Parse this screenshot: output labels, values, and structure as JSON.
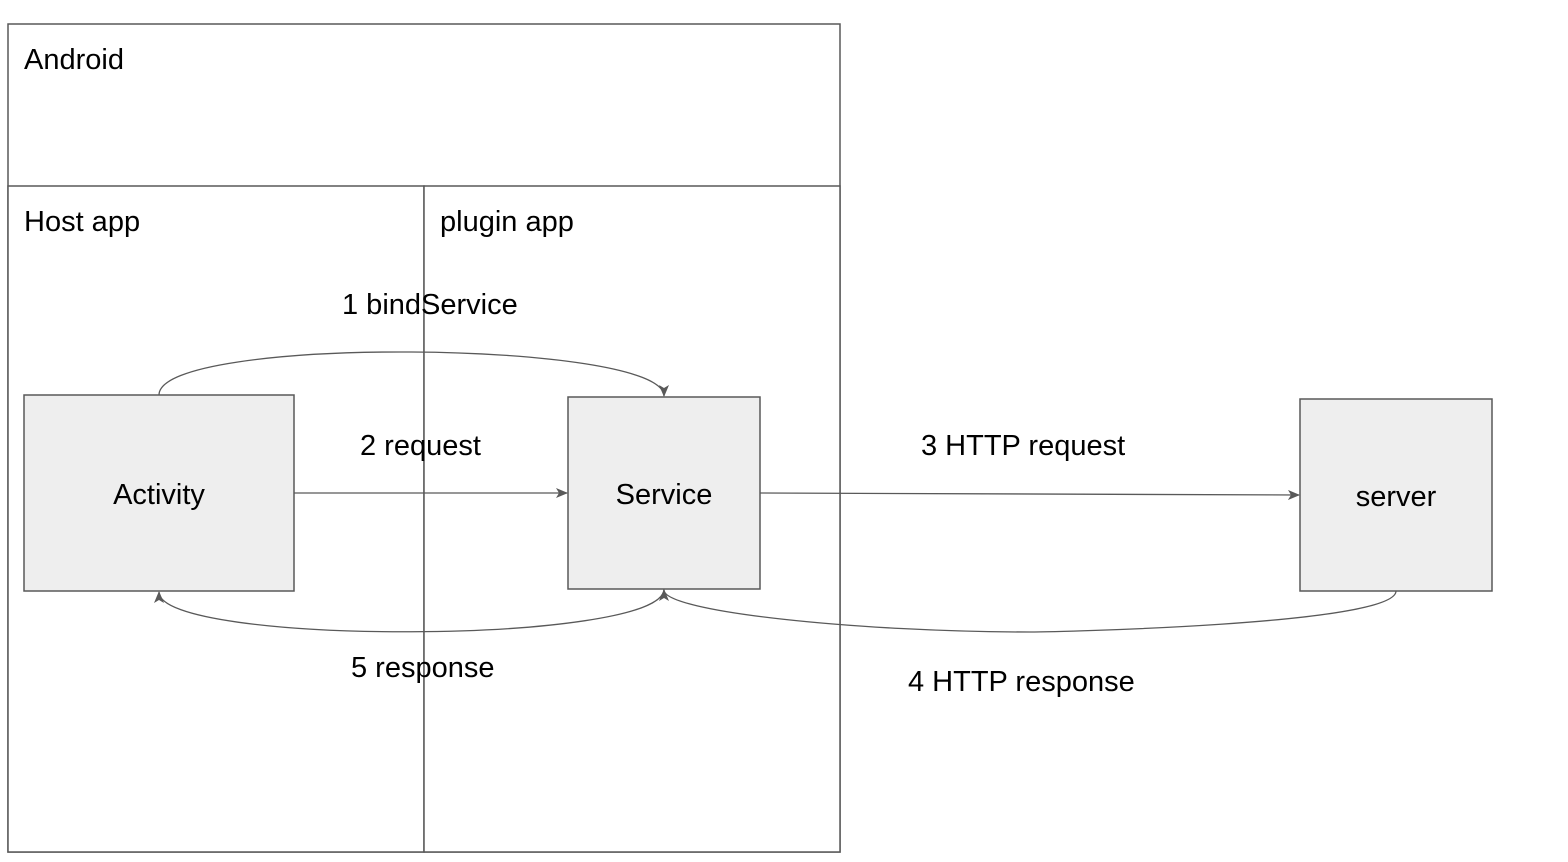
{
  "containers": {
    "android": "Android",
    "host_app": "Host app",
    "plugin_app": "plugin app"
  },
  "nodes": {
    "activity": "Activity",
    "service": "Service",
    "server": "server"
  },
  "edges": {
    "bind_service": "1 bindService",
    "request": "2 request",
    "http_request": "3 HTTP request",
    "http_response": "4 HTTP response",
    "response": "5 response"
  },
  "colors": {
    "stroke": "#595959",
    "node_fill": "#eeeeee",
    "background": "#ffffff"
  }
}
